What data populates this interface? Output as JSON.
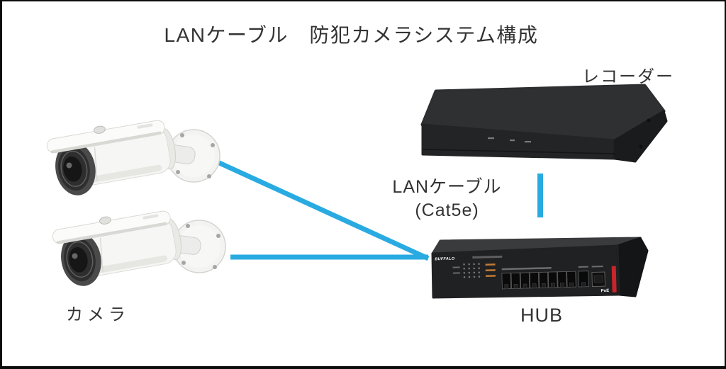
{
  "title": "LANケーブル　防犯カメラシステム構成",
  "labels": {
    "recorder": "レコーダー",
    "lan_cable_line1": "LANケーブル",
    "lan_cable_line2": "(Cat5e)",
    "camera": "カメラ",
    "hub": "HUB"
  },
  "hub_device": {
    "brand": "BUFFALO",
    "poe_label": "PoE",
    "lan_ports": 8,
    "uplink_ports": 1,
    "sfp_slots": 1
  },
  "cameras": {
    "count": 2,
    "type": "bullet-camera"
  },
  "connections": [
    {
      "id": "camera1-to-hub",
      "from": "camera-1",
      "to": "hub"
    },
    {
      "id": "camera2-to-hub",
      "from": "camera-2",
      "to": "hub"
    },
    {
      "id": "recorder-to-hub",
      "from": "recorder",
      "to": "hub"
    }
  ],
  "colors": {
    "cable": "#29ABE2",
    "hub_accent": "#C9242B",
    "text": "#333333",
    "background": "#FFFFFF",
    "border": "#0C0C0C"
  }
}
